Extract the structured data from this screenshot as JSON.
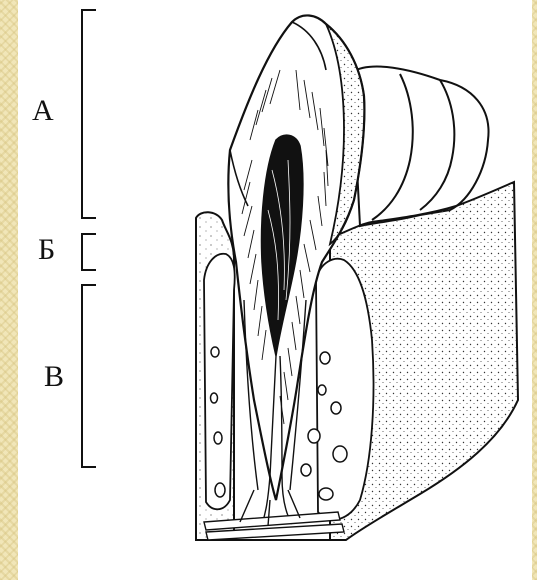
{
  "labels": {
    "a": "А",
    "b": "Б",
    "v": "В"
  },
  "colors": {
    "background_frame": "#f1e6b8",
    "panel": "#ffffff",
    "ink": "#111111"
  }
}
